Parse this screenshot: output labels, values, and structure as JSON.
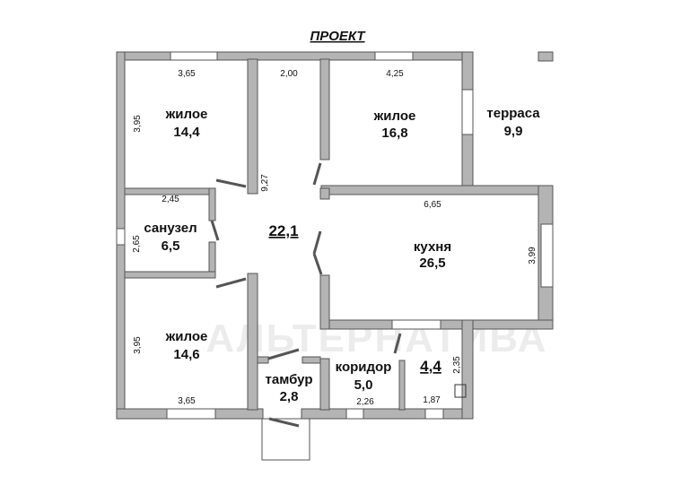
{
  "title": "ПРОЕКТ",
  "watermark": "АЛЬТЕРНАТИВА",
  "rooms": [
    {
      "name": "жилое",
      "area": "14,4"
    },
    {
      "name": "жилое",
      "area": "16,8"
    },
    {
      "name": "терраса",
      "area": "9,9"
    },
    {
      "name": "санузел",
      "area": "6,5"
    },
    {
      "name": "кухня",
      "area": "26,5"
    },
    {
      "name": "жилое",
      "area": "14,6"
    },
    {
      "name": "тамбур",
      "area": "2,8"
    },
    {
      "name": "коридор",
      "area": "5,0"
    }
  ],
  "hall_area": "22,1",
  "small_room_area": "4,4",
  "dimensions": {
    "room1_width": "3,65",
    "room1_height": "3,95",
    "hall_width": "2,00",
    "hall_length": "9,27",
    "room2_width": "4,25",
    "bath_width": "2,45",
    "bath_height": "2,65",
    "kitchen_width": "6,65",
    "kitchen_height": "3,99",
    "room3_height": "3,95",
    "room3_width": "3,65",
    "corridor_width": "2,26",
    "small_width": "1,87",
    "small_height": "2,35"
  }
}
